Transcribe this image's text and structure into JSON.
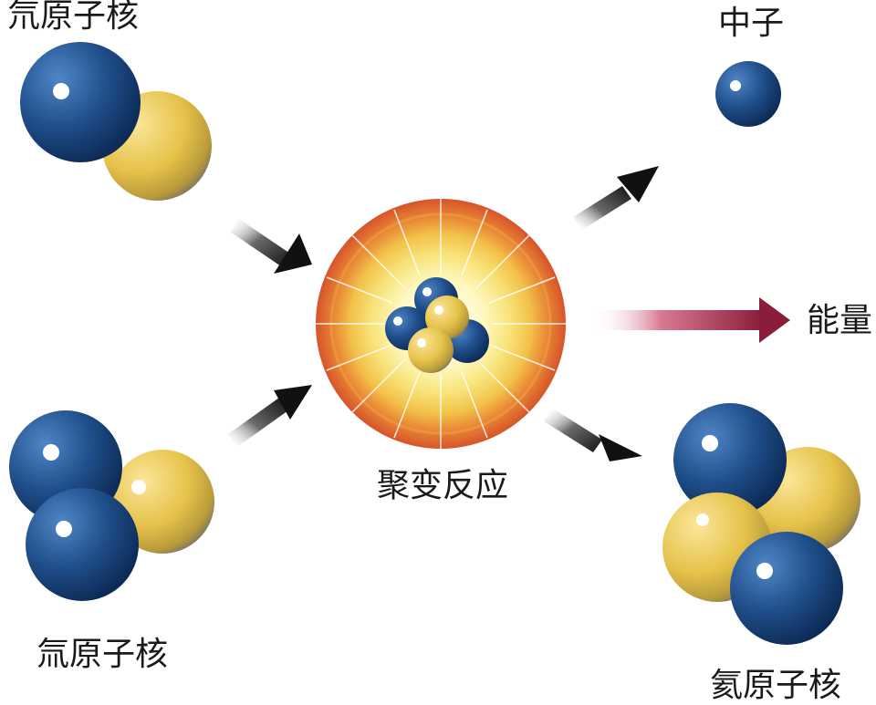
{
  "labels": {
    "deuterium": "氘原子核",
    "tritium": "氚原子核",
    "fusion": "聚变反应",
    "neutron": "中子",
    "energy": "能量",
    "helium": "氦原子核"
  },
  "colors": {
    "proton_blue": "#1f4e8a",
    "neutron_yellow": "#e6c24a",
    "energy_arrow": "#9a2a44",
    "arrow_dark": "#111111",
    "fusion_outer": "#e06a2a",
    "fusion_inner": "#fff8c0"
  }
}
